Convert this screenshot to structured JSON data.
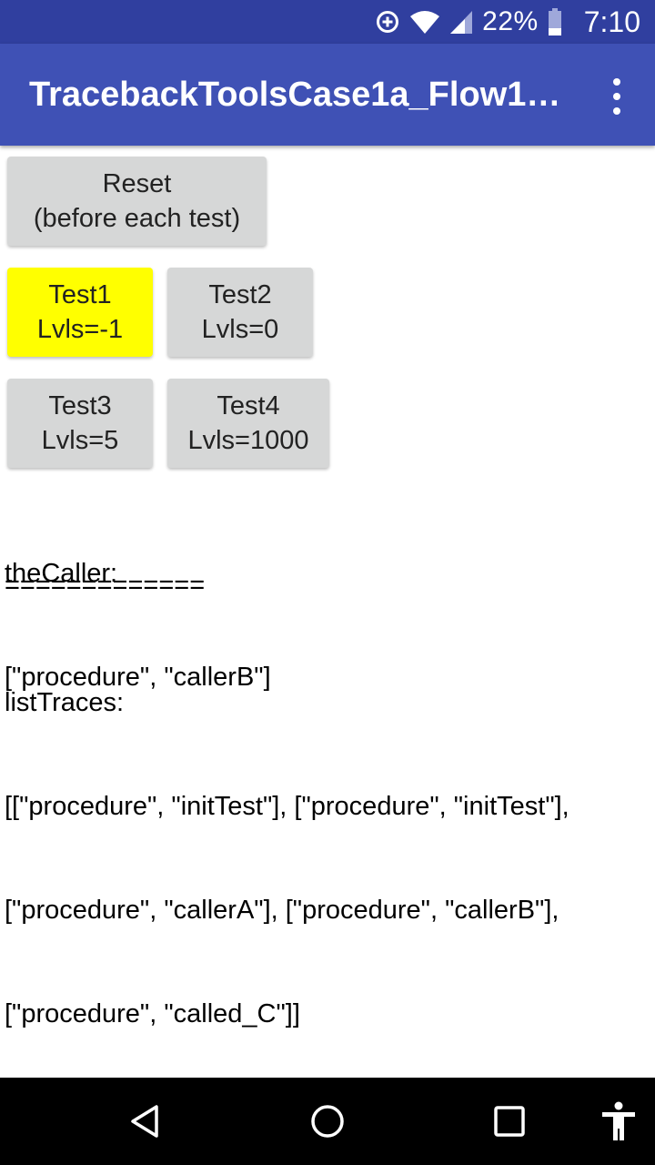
{
  "status_bar": {
    "battery": "22%",
    "time": "7:10",
    "icons": [
      "data-saver-icon",
      "wifi-icon",
      "cell-signal-icon",
      "battery-icon"
    ]
  },
  "app_bar": {
    "title": "TracebackToolsCase1a_Flow1…",
    "menu_icon": "overflow-menu-icon"
  },
  "buttons": {
    "reset": {
      "line1": "Reset",
      "line2": "(before each test)"
    },
    "test1": {
      "line1": "Test1",
      "line2": "Lvls=-1"
    },
    "test2": {
      "line1": "Test2",
      "line2": "Lvls=0"
    },
    "test3": {
      "line1": "Test3",
      "line2": "Lvls=5"
    },
    "test4": {
      "line1": "Test4",
      "line2": "Lvls=1000"
    }
  },
  "colors": {
    "status_bar": "#303f9f",
    "app_bar": "#3f51b5",
    "button": "#d6d7d7",
    "active_button": "#ffff00"
  },
  "output": {
    "caller_label": "theCaller:",
    "caller_value": "[\"procedure\", \"callerB\"]",
    "separator": "=============",
    "traces_label": "listTraces:",
    "traces_line1": "[[\"procedure\", \"initTest\"], [\"procedure\", \"initTest\"],",
    "traces_line2": "[\"procedure\", \"callerA\"], [\"procedure\", \"callerB\"],",
    "traces_line3": "[\"procedure\", \"called_C\"]]"
  },
  "nav_bar": {
    "back_icon": "back-icon",
    "home_icon": "home-icon",
    "recents_icon": "recents-icon",
    "accessibility_icon": "accessibility-icon"
  }
}
